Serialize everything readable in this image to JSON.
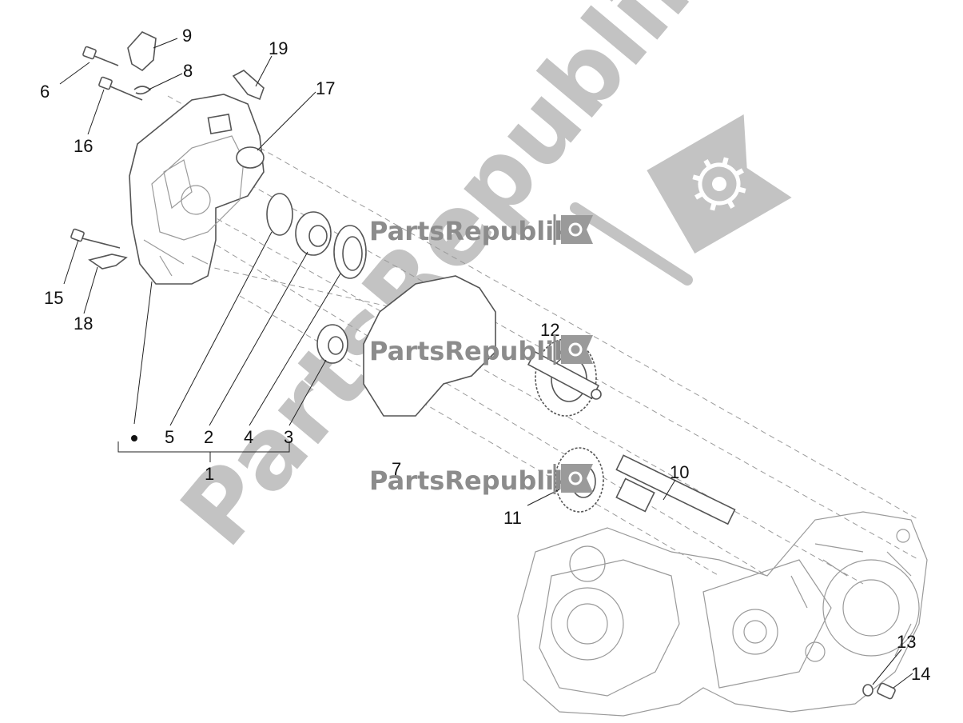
{
  "watermark": {
    "brand": "PartsRepublik",
    "icon": "gear-icon"
  },
  "callouts": {
    "c1": "1",
    "c2": "2",
    "c3": "3",
    "c4": "4",
    "c5": "5",
    "c6": "6",
    "c7": "7",
    "c8": "8",
    "c9": "9",
    "c10": "10",
    "c11": "11",
    "c12": "12",
    "c13": "13",
    "c14": "14",
    "c15": "15",
    "c16": "16",
    "c17": "17",
    "c18": "18",
    "c19": "19"
  },
  "colors": {
    "line": "#222222",
    "part": "#555555",
    "watermark": "#8c8c8c"
  }
}
